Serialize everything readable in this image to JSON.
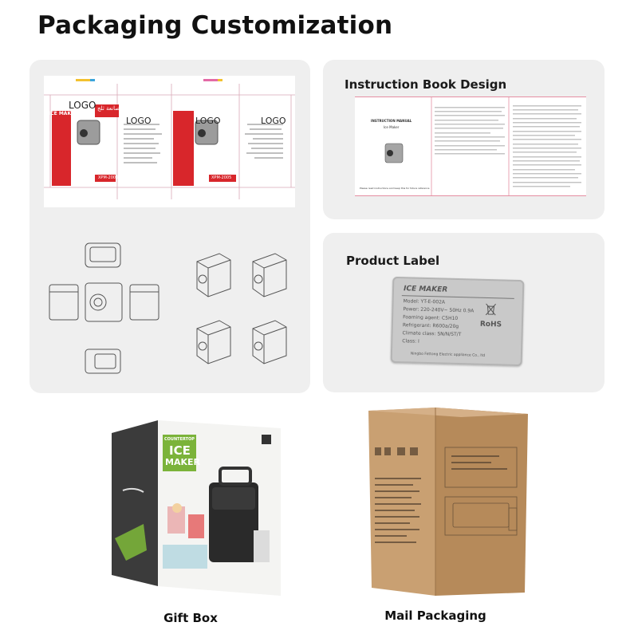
{
  "page": {
    "title": "Packaging Customization"
  },
  "panels": {
    "instruction": {
      "label": "Instruction Book Design"
    },
    "product_label": {
      "label": "Product Label"
    }
  },
  "box_flat": {
    "logo": "LOGO",
    "product_name": "ICE MAKER",
    "arabic_name": "صانعة ثلج",
    "model": "XPM-2005"
  },
  "manual": {
    "title": "INSTRUCTION MANUAL",
    "subtitle": "Ice Maker",
    "footer": "Please read instructions and keep this for future reference"
  },
  "nameplate": {
    "title": "ICE MAKER",
    "lines": [
      "Model: YT-E-002A",
      "Power: 220-240V~ 50Hz  0.9A",
      "Foaming agent: C5H10",
      "Refrigerant: R600a/20g",
      "Climate class: SN/N/ST/T",
      "Class: I"
    ],
    "marks": [
      "RoHS"
    ],
    "manufacturer": "Ningbo Fettong Electric appliance Co., ltd"
  },
  "gift_box": {
    "badge": "COUNTERTOP",
    "line1": "ICE",
    "line2": "MAKER",
    "caption": "Gift Box"
  },
  "mail_box": {
    "caption": "Mail Packaging"
  },
  "colors": {
    "brand_red": "#d8262b",
    "panel": "#efefef",
    "kraft": "#c49a6a",
    "gift_green": "#7bb33a"
  }
}
